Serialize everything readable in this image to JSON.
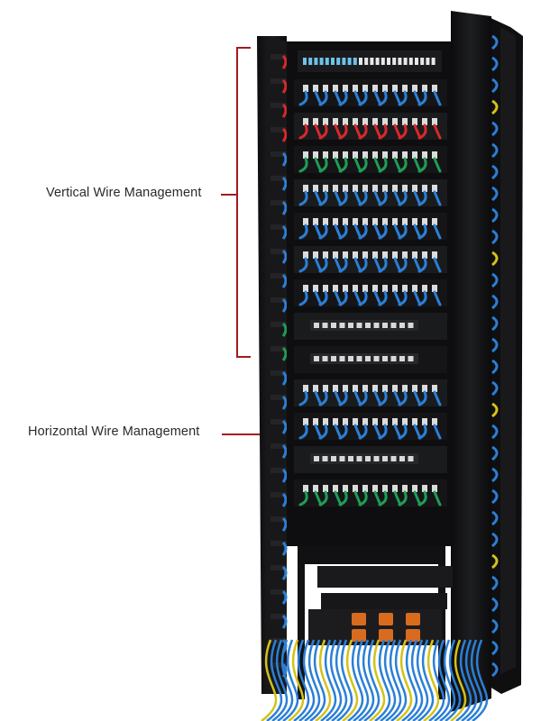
{
  "annotations": {
    "vertical": {
      "label": "Vertical Wire Management",
      "color": "#a51a1f"
    },
    "horizontal": {
      "label": "Horizontal Wire Management",
      "color": "#a51a1f"
    }
  },
  "rack": {
    "frame_color": "#141416",
    "cable_colors": [
      "#2b7fd6",
      "#d8282c",
      "#1f9d55",
      "#d4c21a"
    ],
    "patch_panel_rows": [
      "blue",
      "red",
      "green",
      "blue",
      "blue",
      "blue",
      "blue",
      "switch",
      "switch",
      "blue",
      "blue",
      "switch",
      "green"
    ],
    "power_strip_outlets": 6,
    "power_strip_color": "#d96b1f"
  }
}
